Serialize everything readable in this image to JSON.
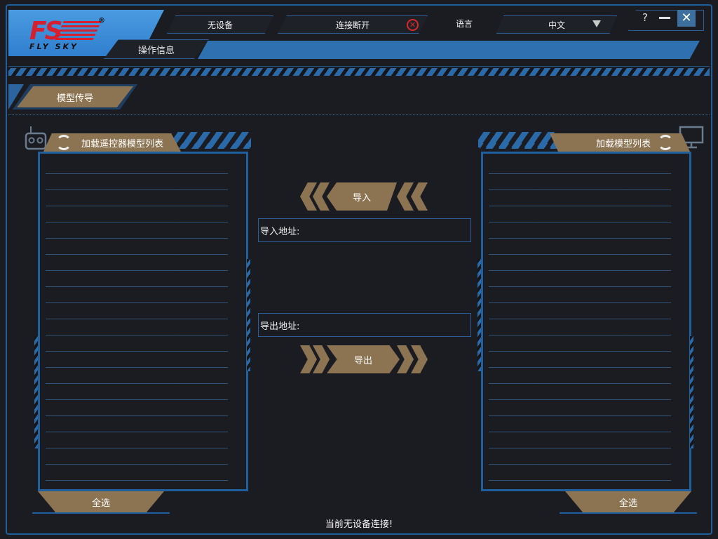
{
  "logo": {
    "mark": "FS",
    "registered": "®",
    "brand": "FLY SKY"
  },
  "header": {
    "device_status": "无设备",
    "connection_status": "连接断开",
    "language_label": "语言",
    "language_value": "中文",
    "info_tab": "操作信息"
  },
  "window_controls": {
    "help": "?",
    "close": "✕"
  },
  "tab": {
    "model_transfer": "模型传导"
  },
  "left_panel": {
    "title": "加载遥控器模型列表",
    "select_all": "全选"
  },
  "right_panel": {
    "title": "加载模型列表",
    "select_all": "全选"
  },
  "actions": {
    "import": "导入",
    "import_address_label": "导入地址:",
    "export": "导出",
    "export_address_label": "导出地址:"
  },
  "status_bar": {
    "message": "当前无设备连接!"
  },
  "colors": {
    "accent_blue": "#2e70b0",
    "gold": "#8c7453",
    "background": "#1b1c22",
    "error_red": "#d82a2a"
  }
}
